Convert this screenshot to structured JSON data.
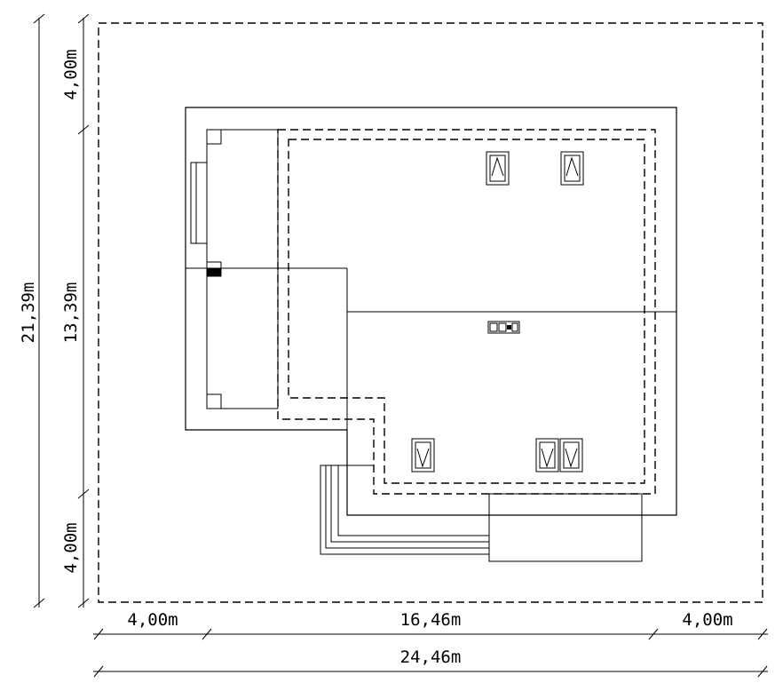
{
  "dimensions": {
    "left_outer_total": "21,39m",
    "left_top_setback": "4,00m",
    "left_building": "13,39m",
    "left_bottom_setback": "4,00m",
    "bottom_left_setback": "4,00m",
    "bottom_building": "16,46m",
    "bottom_right_setback": "4,00m",
    "bottom_total": "24,46m"
  }
}
